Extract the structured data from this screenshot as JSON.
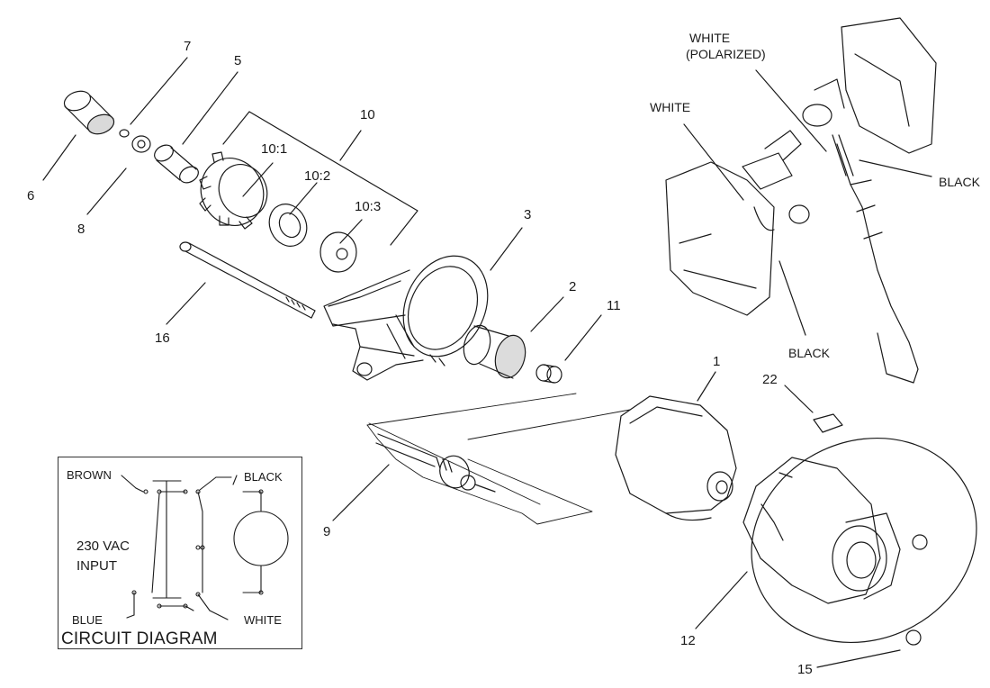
{
  "callouts": {
    "c1": "1",
    "c2": "2",
    "c3": "3",
    "c5": "5",
    "c6": "6",
    "c7": "7",
    "c8": "8",
    "c9": "9",
    "c10": "10",
    "c10_1": "10:1",
    "c10_2": "10:2",
    "c10_3": "10:3",
    "c11": "11",
    "c12": "12",
    "c15": "15",
    "c16": "16",
    "c22": "22"
  },
  "wire_labels": {
    "white_polarized_1": "WHITE",
    "white_polarized_2": "(POLARIZED)",
    "white": "WHITE",
    "black_right": "BLACK",
    "black_lower": "BLACK"
  },
  "circuit_diagram": {
    "title": "CIRCUIT DIAGRAM",
    "brown": "BROWN",
    "black": "BLACK",
    "blue": "BLUE",
    "white": "WHITE",
    "input_line1": "230 VAC",
    "input_line2": "INPUT"
  },
  "colors": {
    "line": "#1a1a1a",
    "fill": "#ffffff",
    "shade": "#cfcfcf"
  }
}
